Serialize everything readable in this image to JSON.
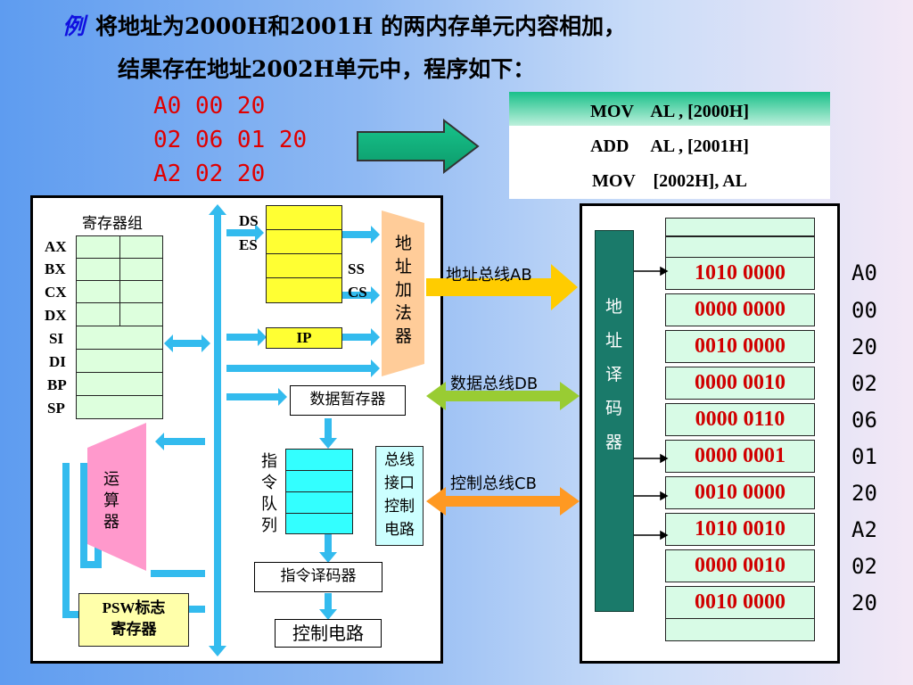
{
  "title": {
    "example_char": "例",
    "line1": "将地址为2000H和2001H 的两内存单元内容相加，",
    "line2": "结果存在地址2002H单元中，程序如下："
  },
  "machine_code": [
    "A0  00  20",
    "02  06  01  20",
    "A2  02  20"
  ],
  "assembly": [
    "MOV    AL , [2000H]",
    "ADD     AL , [2001H]",
    "MOV    [2002H], AL"
  ],
  "cpu": {
    "register_group_label": "寄存器组",
    "registers": [
      "AX",
      "BX",
      "CX",
      "DX",
      "SI",
      "DI",
      "BP",
      "SP"
    ],
    "segment_labels_left": [
      "DS",
      "ES"
    ],
    "segment_labels_right": [
      "SS",
      "CS"
    ],
    "ip_label": "IP",
    "address_adder": [
      "地",
      "址",
      "加",
      "法",
      "器"
    ],
    "data_temp": "数据暂存器",
    "alu": [
      "运",
      "算",
      "器"
    ],
    "queue": [
      "指",
      "令",
      "队",
      "列"
    ],
    "bus_interface": [
      "总线",
      "接口",
      "控制",
      "电路"
    ],
    "decoder": "指令译码器",
    "psw": [
      "PSW标志",
      "寄存器"
    ],
    "control": "控制电路"
  },
  "buses": {
    "address": "地址总线AB",
    "data": "数据总线DB",
    "control": "控制总线CB"
  },
  "memory": {
    "decoder": [
      "地",
      "址",
      "译",
      "码",
      "器"
    ],
    "cells": [
      "1010 0000",
      "0000 0000",
      "0010 0000",
      "0000 0010",
      "0000 0110",
      "0000 0001",
      "0010 0000",
      "1010 0010",
      "0000 0010",
      "0010 0000"
    ],
    "hex": [
      "A0",
      "00",
      "20",
      "02",
      "06",
      "01",
      "20",
      "A2",
      "02",
      "20"
    ]
  },
  "colors": {
    "register_fill": "#ddffdd",
    "segment_fill": "#ffff33",
    "queue_fill": "#33ffff",
    "bus_arrow": "#33bbee",
    "address_bus": "#ffcc00",
    "data_bus": "#99cc33",
    "control_bus": "#ff9922",
    "memory_text": "#d00000"
  }
}
